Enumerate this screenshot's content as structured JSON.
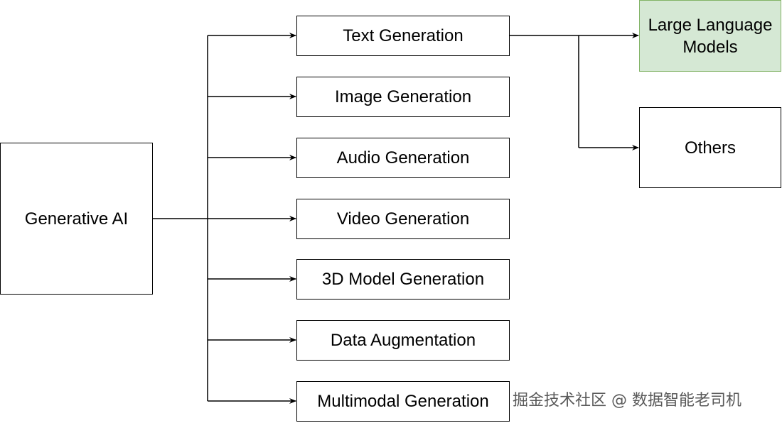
{
  "diagram": {
    "root": {
      "label": "Generative AI"
    },
    "categories": [
      {
        "label": "Text Generation"
      },
      {
        "label": "Image Generation"
      },
      {
        "label": "Audio Generation"
      },
      {
        "label": "Video Generation"
      },
      {
        "label": "3D Model Generation"
      },
      {
        "label": "Data Augmentation"
      },
      {
        "label": "Multimodal Generation"
      }
    ],
    "text_subtypes": [
      {
        "label_line1": "Large Language",
        "label_line2": "Models",
        "highlighted": true
      },
      {
        "label": "Others",
        "highlighted": false
      }
    ],
    "colors": {
      "line": "#000000",
      "box_border": "#000000",
      "highlight_fill": "#d5e8d4",
      "highlight_border": "#82b366"
    }
  },
  "watermark": "掘金技术社区 @ 数据智能老司机"
}
